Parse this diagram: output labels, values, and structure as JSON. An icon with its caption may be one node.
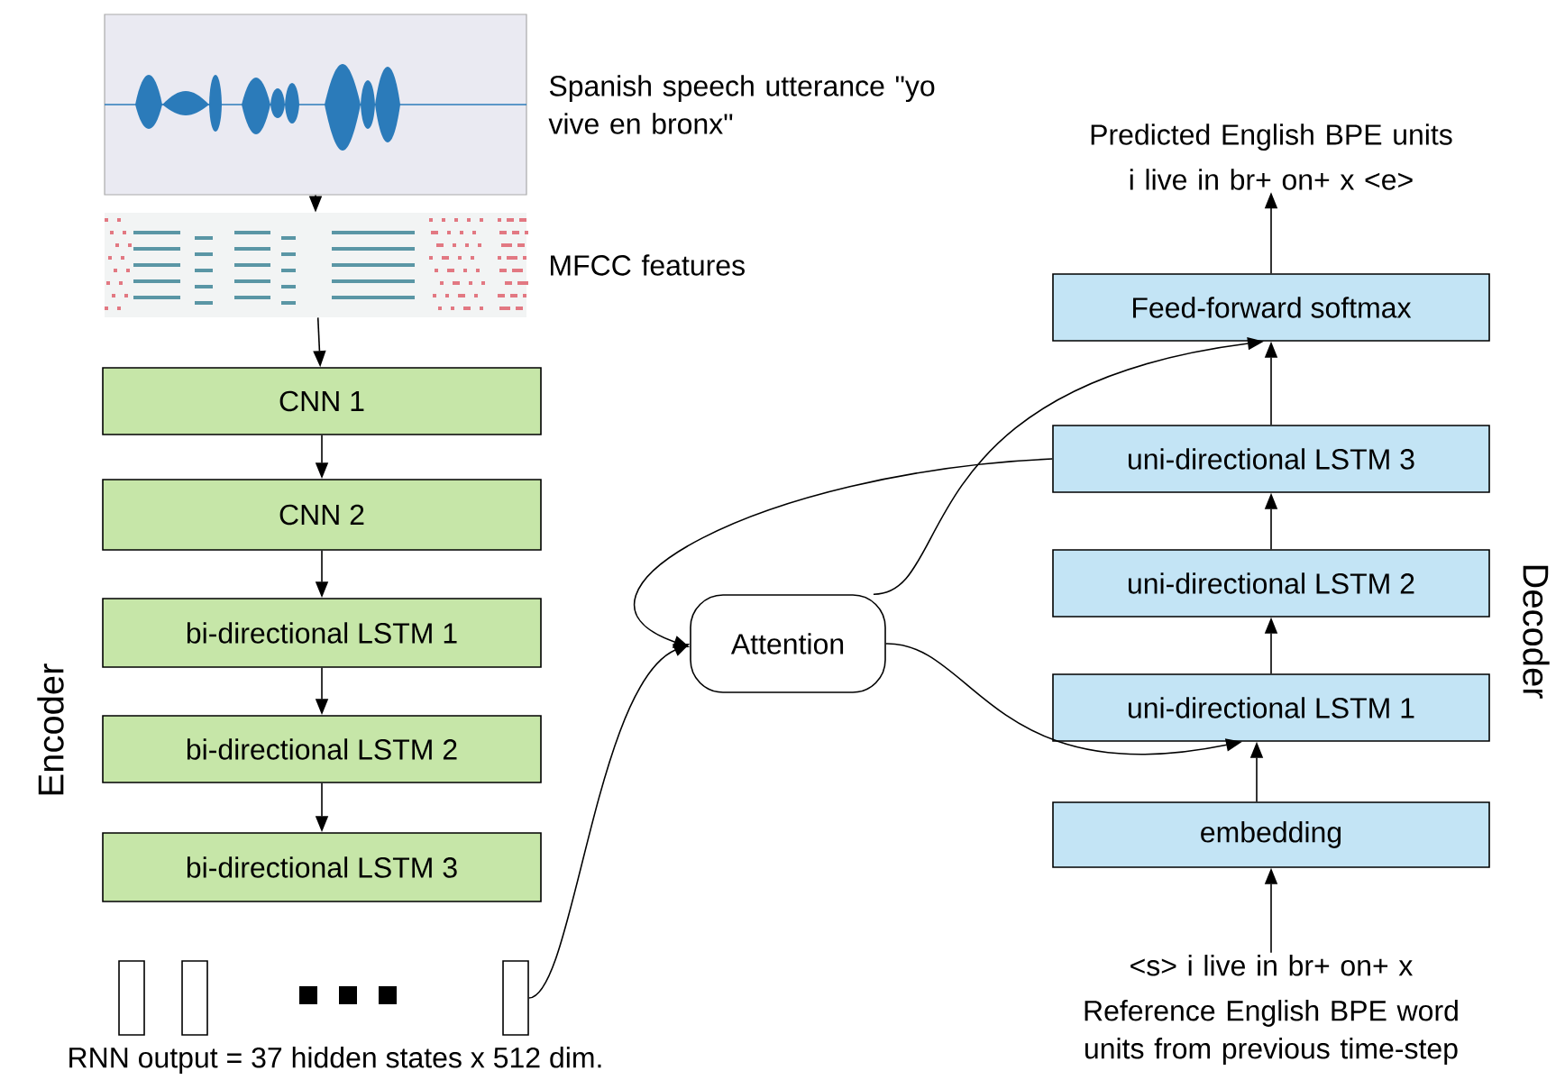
{
  "diagram": {
    "nodes": [
      {
        "text": [],
        "shape": "picture",
        "beside": [
          "Spanish speech utterance \"yo vive en bronx\""
        ]
      },
      {
        "text": [],
        "shape": "picture",
        "beside": [
          "MFCC features"
        ]
      },
      {
        "text": [
          "CNN 1"
        ]
      },
      {
        "text": [
          "CNN 2"
        ]
      },
      {
        "text": [
          "bi-directional LSTM 1"
        ]
      },
      {
        "text": [
          "bi-directional LSTM 2"
        ]
      },
      {
        "text": [
          "bi-directional LSTM 3"
        ]
      },
      {
        "text": [],
        "shape": "bar"
      },
      {
        "text": [],
        "shape": "bar"
      },
      {
        "text": [],
        "shape": "bar"
      },
      {
        "text": [
          "Attention"
        ]
      },
      {
        "text": [
          "embedding"
        ]
      },
      {
        "text": [
          "uni-directional LSTM 1"
        ]
      },
      {
        "text": [
          "uni-directional LSTM 2"
        ]
      },
      {
        "text": [
          "uni-directional LSTM 3"
        ]
      },
      {
        "text": [
          "Feed-forward softmax"
        ]
      },
      {
        "text": [
          "Predicted English BPE units",
          "i live in br+ on+ x <e>"
        ]
      },
      {
        "text": [
          "<s> i live in br+ on+ x",
          "Reference English BPE word units from previous time-step"
        ]
      }
    ],
    "edges": [
      {
        "from": 0,
        "to": 1,
        "arrow": "to"
      },
      {
        "from": 1,
        "to": 2,
        "arrow": "to"
      },
      {
        "from": 2,
        "to": 3,
        "arrow": "to"
      },
      {
        "from": 3,
        "to": 4,
        "arrow": "to"
      },
      {
        "from": 4,
        "to": 5,
        "arrow": "to"
      },
      {
        "from": 5,
        "to": 6,
        "arrow": "to"
      },
      {
        "from": 9,
        "to": 10,
        "arrow": "to"
      },
      {
        "from": 14,
        "to": 10,
        "arrow": "to"
      },
      {
        "from": 10,
        "to": 15,
        "arrow": "to"
      },
      {
        "from": 10,
        "to": 12,
        "arrow": "to"
      },
      {
        "from": 11,
        "to": 12,
        "arrow": "to"
      },
      {
        "from": 12,
        "to": 13,
        "arrow": "to"
      },
      {
        "from": 13,
        "to": 14,
        "arrow": "to"
      },
      {
        "from": 14,
        "to": 15,
        "arrow": "to"
      },
      {
        "from": 15,
        "to": 16,
        "arrow": "to"
      },
      {
        "from": 17,
        "to": 11,
        "arrow": "to"
      }
    ],
    "labels": [
      "Encoder",
      "Decoder",
      "RNN output = 37 hidden states x 512 dim."
    ]
  }
}
